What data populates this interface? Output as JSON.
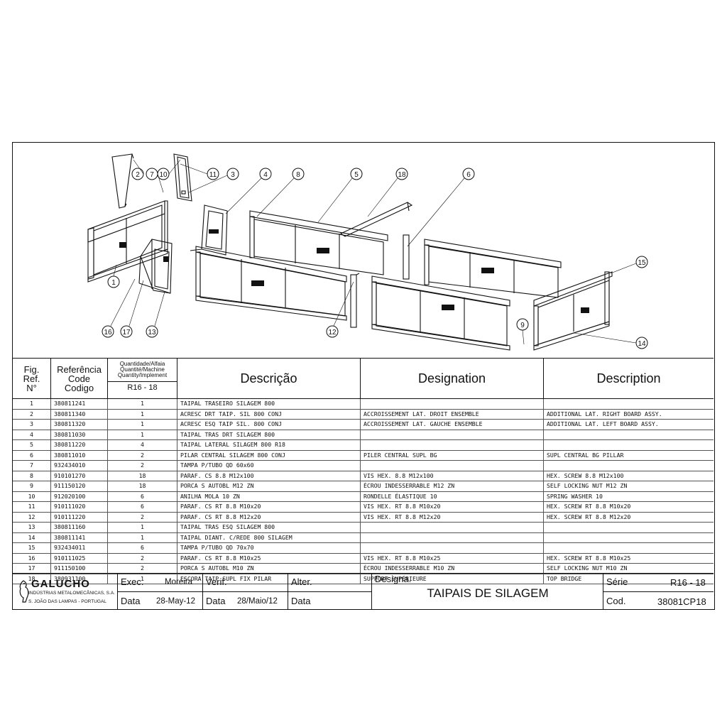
{
  "header": {
    "fig_ref_l1": "Fig.",
    "fig_ref_l2": "Ref.",
    "fig_ref_l3": "N°",
    "code_l1": "Referência",
    "code_l2": "Code",
    "code_l3": "Codigo",
    "qty_l1": "Quantidade/Alfaia",
    "qty_l2": "Quantité/Machine",
    "qty_l3": "Quantity/Implement",
    "qty_model": "R16 - 18",
    "descricao": "Descrição",
    "designation": "Designation",
    "description": "Description"
  },
  "rows": [
    {
      "fig": "1",
      "code": "380811241",
      "qty": "1",
      "pt": "TAIPAL TRASEIRO SILAGEM 800",
      "fr": "",
      "en": ""
    },
    {
      "fig": "2",
      "code": "380811340",
      "qty": "1",
      "pt": "ACRESC DRT TAIP. SIL 800 CONJ",
      "fr": "ACCROISSEMENT LAT. DROIT ENSEMBLE",
      "en": "ADDITIONAL LAT. RIGHT BOARD ASSY."
    },
    {
      "fig": "3",
      "code": "380811320",
      "qty": "1",
      "pt": "ACRESC ESQ TAIP SIL. 800 CONJ",
      "fr": "ACCROISSEMENT LAT. GAUCHE ENSEMBLE",
      "en": "ADDITIONAL LAT. LEFT BOARD ASSY."
    },
    {
      "fig": "4",
      "code": "380811030",
      "qty": "1",
      "pt": "TAIPAL TRAS DRT SILAGEM 800",
      "fr": "",
      "en": ""
    },
    {
      "fig": "5",
      "code": "380811220",
      "qty": "4",
      "pt": "TAIPAL LATERAL SILAGEM 800 R18",
      "fr": "",
      "en": ""
    },
    {
      "fig": "6",
      "code": "380811010",
      "qty": "2",
      "pt": "PILAR CENTRAL SILAGEM 800 CONJ",
      "fr": "PILER CENTRAL SUPL BG",
      "en": "SUPL CENTRAL BG PILLAR"
    },
    {
      "fig": "7",
      "code": "932434010",
      "qty": "2",
      "pt": "TAMPA P/TUBO QD 60x60",
      "fr": "",
      "en": ""
    },
    {
      "fig": "8",
      "code": "910101270",
      "qty": "18",
      "pt": "PARAF. CS 8.8 M12x100",
      "fr": "VIS HEX. 8.8 M12x100",
      "en": "HEX. SCREW 8.8 M12x100"
    },
    {
      "fig": "9",
      "code": "911150120",
      "qty": "18",
      "pt": "PORCA S AUTOBL M12  ZN",
      "fr": "ÉCROU INDESSERRABLE M12 ZN",
      "en": "SELF LOCKING NUT M12 ZN"
    },
    {
      "fig": "10",
      "code": "912020100",
      "qty": "6",
      "pt": "ANILHA MOLA 10 ZN",
      "fr": "RONDELLE ÉLASTIQUE 10",
      "en": "SPRING WASHER 10"
    },
    {
      "fig": "11",
      "code": "910111020",
      "qty": "6",
      "pt": "PARAF. CS RT 8.8 M10x20",
      "fr": "VIS HEX. RT 8.8 M10x20",
      "en": "HEX. SCREW RT 8.8 M10x20"
    },
    {
      "fig": "12",
      "code": "910111220",
      "qty": "2",
      "pt": "PARAF. CS RT 8.8 M12x20",
      "fr": "VIS HEX. RT 8.8 M12x20",
      "en": "HEX. SCREW RT 8.8 M12x20"
    },
    {
      "fig": "13",
      "code": "380811160",
      "qty": "1",
      "pt": "TAIPAL TRAS ESQ SILAGEM 800",
      "fr": "",
      "en": ""
    },
    {
      "fig": "14",
      "code": "380811141",
      "qty": "1",
      "pt": "TAIPAL DIANT. C/REDE 800 SILAGEM",
      "fr": "",
      "en": ""
    },
    {
      "fig": "15",
      "code": "932434011",
      "qty": "6",
      "pt": "TAMPA P/TUBO QD 70x70",
      "fr": "",
      "en": ""
    },
    {
      "fig": "16",
      "code": "910111025",
      "qty": "2",
      "pt": "PARAF. CS RT 8.8 M10x25",
      "fr": "VIS HEX. RT 8.8 M10x25",
      "en": "HEX. SCREW RT 8.8 M10x25"
    },
    {
      "fig": "17",
      "code": "911150100",
      "qty": "2",
      "pt": "PORCA S AUTOBL M10  ZN",
      "fr": "ÉCROU INDESSERRABLE M10 ZN",
      "en": "SELF LOCKING NUT M10 ZN"
    },
    {
      "fig": "18",
      "code": "380931100",
      "qty": "1",
      "pt": "ESCORA TAIP SUPL FIX PILAR",
      "fr": "SUPPORT SUPÉRIEURE",
      "en": "TOP BRIDGE"
    }
  ],
  "title_block": {
    "company": "GALUCHO",
    "company_sub1": "INDÚSTRIAS METALOMECÂNICAS, S.A.",
    "company_sub2": "S. JOÃO DAS LAMPAS - PORTUGAL",
    "exec_label": "Exec.",
    "exec_value": "Moreira",
    "verif_label": "Verif.",
    "verif_value": "",
    "alter_label": "Alter.",
    "data_label": "Data",
    "exec_date": "28-May-12",
    "verif_date": "28/Maio/12",
    "designa_label": "Designa.",
    "designa_value": "TAIPAIS DE SILAGEM",
    "serie_label": "Série",
    "serie_value": "R16 - 18",
    "cod_label": "Cod.",
    "cod_value": "38081CP18"
  },
  "callouts": [
    "1",
    "2",
    "3",
    "4",
    "5",
    "6",
    "7",
    "8",
    "9",
    "10",
    "11",
    "12",
    "13",
    "14",
    "15",
    "16",
    "17",
    "18"
  ]
}
